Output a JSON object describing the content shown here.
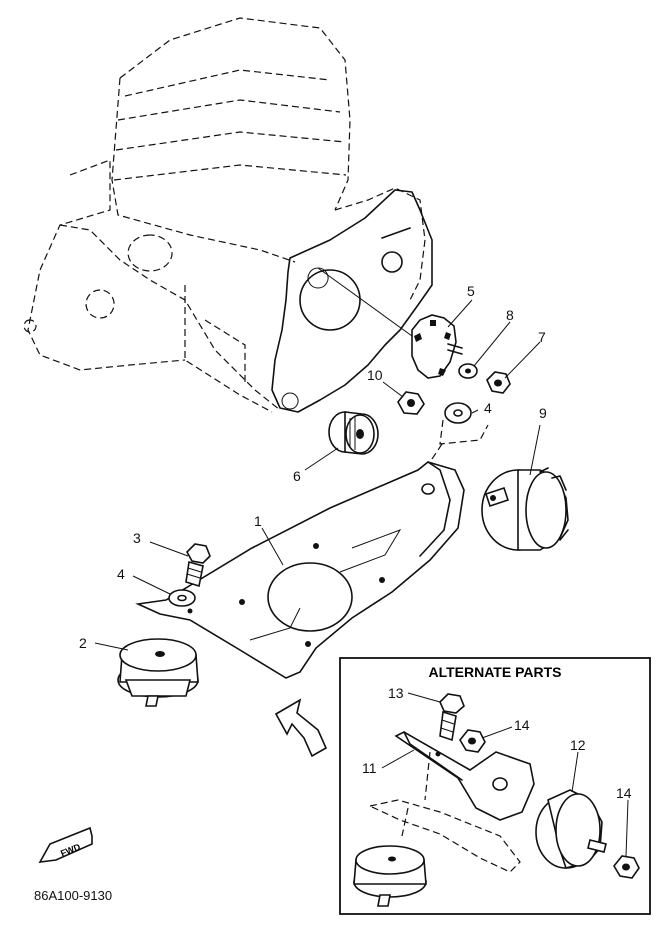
{
  "callouts": {
    "c1": "1",
    "c2": "2",
    "c3": "3",
    "c4a": "4",
    "c4b": "4",
    "c5": "5",
    "c6": "6",
    "c7": "7",
    "c8": "8",
    "c9": "9",
    "c10": "10",
    "c11": "11",
    "c12": "12",
    "c13": "13",
    "c14a": "14",
    "c14b": "14"
  },
  "inset": {
    "title": "ALTERNATE PARTS"
  },
  "fwd_label": "FWD",
  "figure_code": "86A100-9130"
}
